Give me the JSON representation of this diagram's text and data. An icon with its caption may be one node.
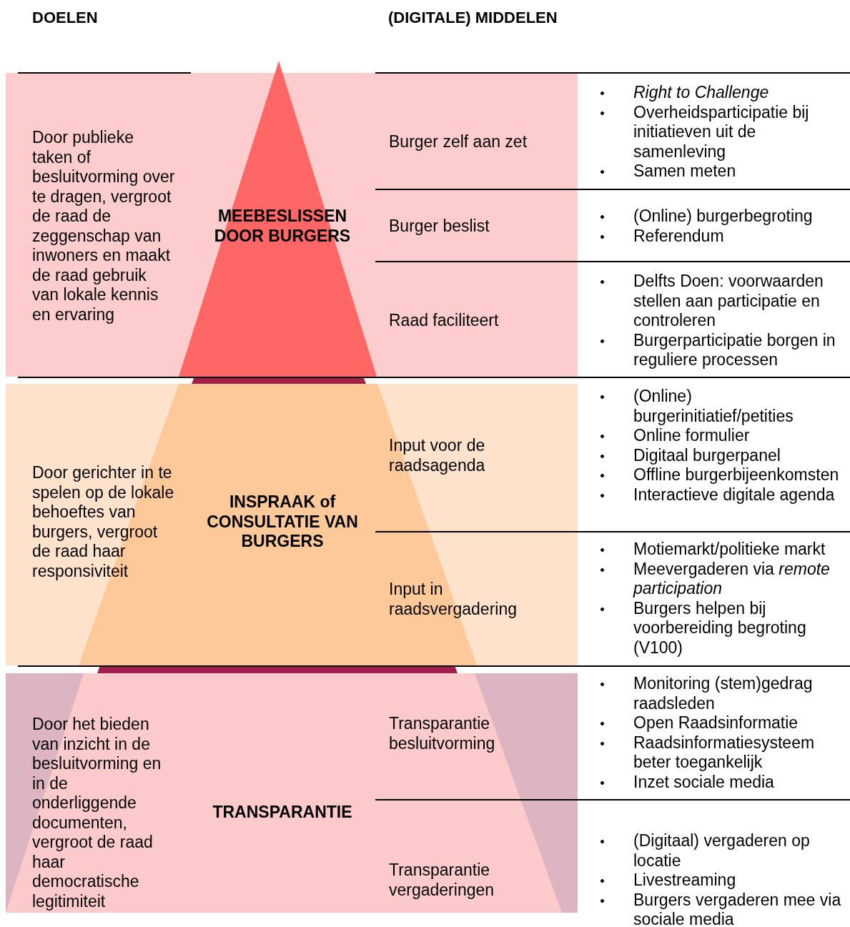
{
  "diagram": {
    "nodes": [
      {
        "text": [
          "Door publieke taken of besluitvorming over te dragen, vergroot de raad de zeggenschap van inwoners en maakt de raad gebruik van lokale kennis en ervaring"
        ]
      },
      {
        "text": [
          "Door gerichter in te spelen op de lokale behoeftes van burgers, vergroot de raad haar responsiviteit"
        ]
      },
      {
        "text": [
          "Door het bieden van inzicht in de besluitvorming en in de onderliggende documenten, vergroot de raad haar democratische legitimiteit"
        ]
      },
      {
        "text": [
          "Burger zelf aan zet"
        ],
        "in": 0
      },
      {
        "text": [
          "Burger beslist"
        ],
        "in": 0
      },
      {
        "text": [
          "Raad faciliteert"
        ],
        "in": 0
      },
      {
        "text": [
          "Input voor de raadsagenda"
        ],
        "in": 1
      },
      {
        "text": [
          "Input in raadsvergadering"
        ],
        "in": 1
      },
      {
        "text": [
          "Transparantie besluitvorming"
        ],
        "in": 2
      },
      {
        "text": [
          "Transparantie vergaderingen"
        ],
        "in": 2
      },
      {
        "text": [
          "MEEBESLISSEN DOOR BURGERS"
        ],
        "in": 0
      },
      {
        "text": [
          "INSPRAAK of CONSULTATIE VAN BURGERS"
        ],
        "in": 1
      },
      {
        "text": [
          "TRANSPARANTIE"
        ],
        "in": 2
      }
    ],
    "labels": [
      "DOELEN",
      "(DIGITALE) MIDDELEN",
      "*Right to Challenge*",
      "Overheidsparticipatie bij initiatieven uit de samenleving",
      "Samen meten",
      "(Online) burgerbegroting",
      "Referendum",
      "Delfts Doen: voorwaarden stellen aan participatie en controleren",
      "Burgerparticipatie borgen in reguliere processen",
      "(Online) burgerinitiatief/petities",
      "Online formulier",
      "Digitaal burgerpanel",
      "Offline burgerbijeenkomsten",
      "Interactieve digitale agenda",
      "Motiemarkt/politieke markt",
      "Meevergaderen via *remote participation*",
      "Burgers helpen bij voorbereiding begroting (V100)",
      "Monitoring (stem)gedrag raadsleden",
      "Open Raadsinformatie",
      "Raadsinformatiesysteem beter toegankelijk",
      "Inzet sociale media",
      "(Digitaal) vergaderen op locatie",
      "Livestreaming",
      "Burgers vergaderen mee via sociale media"
    ]
  }
}
